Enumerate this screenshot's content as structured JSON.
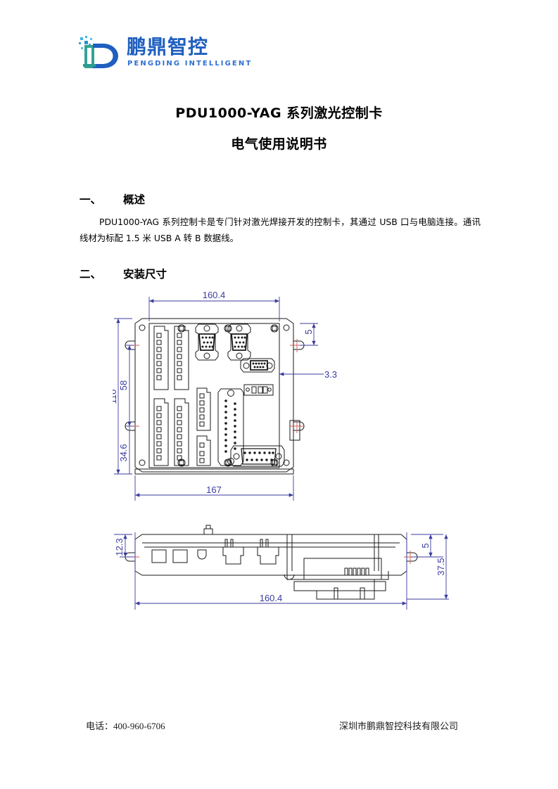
{
  "logo": {
    "mark_icon": "pengding-d-logo-icon",
    "chinese_name": "鹏鼎智控",
    "english_name": "PENGDING INTELLIGENT",
    "brand_color": "#1f5fbf"
  },
  "title": {
    "line1": "PDU1000-YAG 系列激光控制卡",
    "line2": "电气使用说明书"
  },
  "sections": [
    {
      "number": "一、",
      "heading": "概述",
      "body": "PDU1000-YAG 系列控制卡是专门针对激光焊接开发的控制卡，其通过 USB 口与电脑连接。通讯线材为标配 1.5 米 USB A 转 B 数据线。"
    },
    {
      "number": "二、",
      "heading": "安装尺寸"
    }
  ],
  "drawing": {
    "line_color": "#1a1a1a",
    "dimension_color": "#3b3b9e",
    "center_mark_color": "#d05a5a",
    "top_view": {
      "label": "top-view-pcb-outline",
      "dimensions": {
        "width_inner": "160.4",
        "width_outer": "167",
        "height_total": "110",
        "hole_spacing": "58",
        "hole_offset_bottom": "34.6",
        "edge_offset_vertical": "5",
        "edge_offset_horizontal": "3.3"
      }
    },
    "side_view": {
      "label": "side-view-pcb-profile",
      "dimensions": {
        "length": "160.4",
        "hole_height_left": "12.3",
        "hole_offset_right": "5",
        "total_height": "37.5"
      }
    }
  },
  "footer": {
    "phone": "电话：400-960-6706",
    "company": "深圳市鹏鼎智控科技有限公司"
  }
}
